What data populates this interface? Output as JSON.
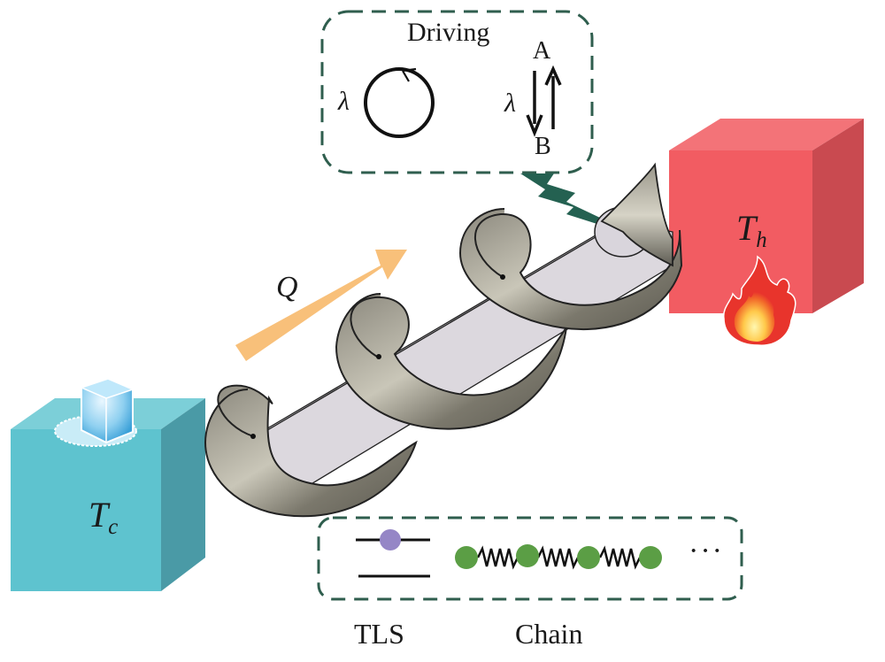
{
  "driving_box": {
    "title": "Driving",
    "circular_label": "λ",
    "linear_label": "λ",
    "state_a": "A",
    "state_b": "B"
  },
  "heat_flow": {
    "label": "Q",
    "color": "#f8c07a"
  },
  "cold_bath": {
    "symbol": "T",
    "subscript": "c",
    "color": "#5ec3cf"
  },
  "hot_bath": {
    "symbol": "T",
    "subscript": "h",
    "color": "#f25c62"
  },
  "components_box": {
    "tls_label": "TLS",
    "chain_label": "Chain",
    "ellipsis": "···",
    "tls_dot_color": "#9586c6",
    "chain_dot_color": "#5b9e45"
  },
  "frame_color": "#2f5e4e"
}
